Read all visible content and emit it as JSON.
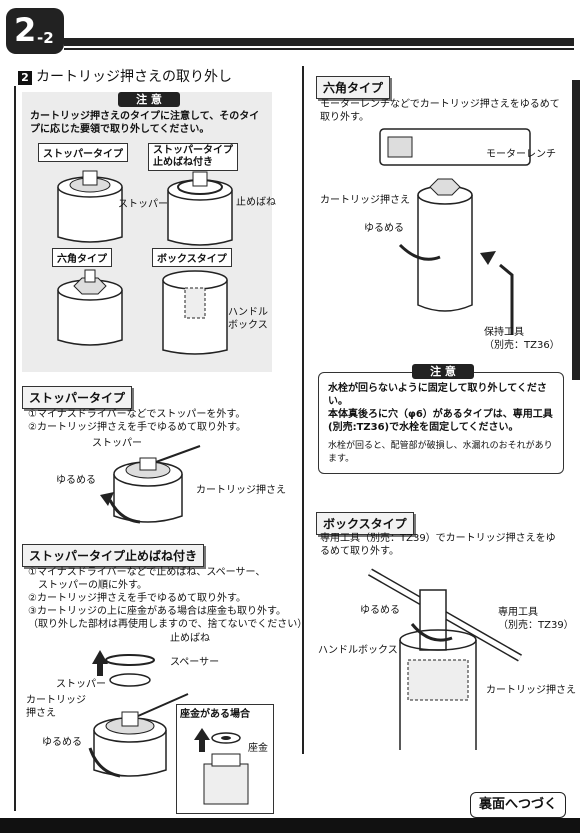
{
  "header": {
    "badge_num": "2",
    "badge_sub": "-2"
  },
  "section": {
    "num": "2",
    "title": "カートリッジ押さえの取り外し"
  },
  "notice1": {
    "title": "注 意",
    "text": "カートリッジ押さえのタイプに注意して、そのタイプに応じた要領で取り外してください。",
    "types": [
      {
        "label": "ストッパータイプ",
        "part": "ストッパー"
      },
      {
        "label": "ストッパータイプ\n止めばね付き",
        "part": "止めばね"
      },
      {
        "label": "六角タイプ",
        "part": ""
      },
      {
        "label": "ボックスタイプ",
        "part": "ハンドル\nボックス"
      }
    ]
  },
  "stopper": {
    "heading": "ストッパータイプ",
    "steps": [
      "①マイナスドライバーなどでストッパーを外す。",
      "②カートリッジ押さえを手でゆるめて取り外す。"
    ],
    "labels": {
      "stopper": "ストッパー",
      "loosen": "ゆるめる",
      "cartridge": "カートリッジ押さえ"
    }
  },
  "stopper_spring": {
    "heading": "ストッパータイプ止めばね付き",
    "steps": [
      "①マイナスドライバーなどで止めばね、スペーサー、\n　ストッパーの順に外す。",
      "②カートリッジ押さえを手でゆるめて取り外す。",
      "③カートリッジの上に座金がある場合は座金も取り外す。\n（取り外した部材は再使用しますので、捨てないでください）"
    ],
    "labels": {
      "spring": "止めばね",
      "spacer": "スペーサー",
      "stopper": "ストッパー",
      "cartridge": "カートリッジ\n押さえ",
      "loosen": "ゆるめる",
      "washer_case": "座金がある場合",
      "washer": "座金"
    }
  },
  "hex": {
    "heading": "六角タイプ",
    "text": "モーターレンチなどでカートリッジ押さえをゆるめて取り外す。",
    "labels": {
      "wrench": "モーターレンチ",
      "cartridge": "カートリッジ押さえ",
      "loosen": "ゆるめる",
      "tool": "保持工具\n（別売：TZ36）"
    }
  },
  "notice2": {
    "title": "注 意",
    "bold": "水栓が回らないように固定して取り外してください。\n本体真後ろに穴（φ6）があるタイプは、専用工具(別売:TZ36)で水栓を固定してください。",
    "note": "水栓が回ると、配管部が破損し、水漏れのおそれがあります。"
  },
  "box": {
    "heading": "ボックスタイプ",
    "text": "専用工具（別売：TZ39）でカートリッジ押さえをゆるめて取り外す。",
    "labels": {
      "loosen": "ゆるめる",
      "tool": "専用工具\n（別売：TZ39）",
      "handlebox": "ハンドルボックス",
      "cartridge": "カートリッジ押さえ"
    }
  },
  "footer": {
    "continue": "裏面へつづく"
  }
}
